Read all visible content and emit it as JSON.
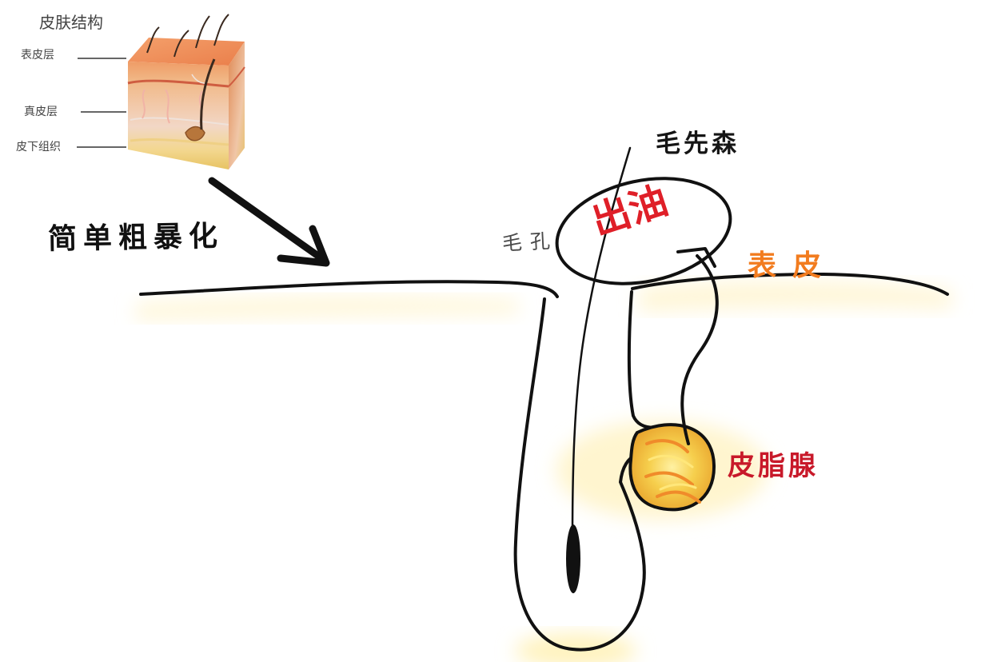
{
  "inset": {
    "title": "皮肤结构",
    "labels": {
      "epidermis": "表皮层",
      "dermis": "真皮层",
      "subcutis": "皮下组织"
    }
  },
  "caption": "简单粗暴化",
  "labels": {
    "hair_follicle": "毛孔",
    "hair_shaft": "毛先森",
    "oil_out": "出油",
    "epidermis": "表皮",
    "sebaceous_gland": "皮脂腺"
  },
  "colors": {
    "outline": "#111111",
    "oil_red": "#df1f28",
    "epidermis_orange": "#f27c1f",
    "gland_red": "#c8192a",
    "gland_fill": "#f2c73d",
    "glow_yellow": "#fff6d7"
  }
}
